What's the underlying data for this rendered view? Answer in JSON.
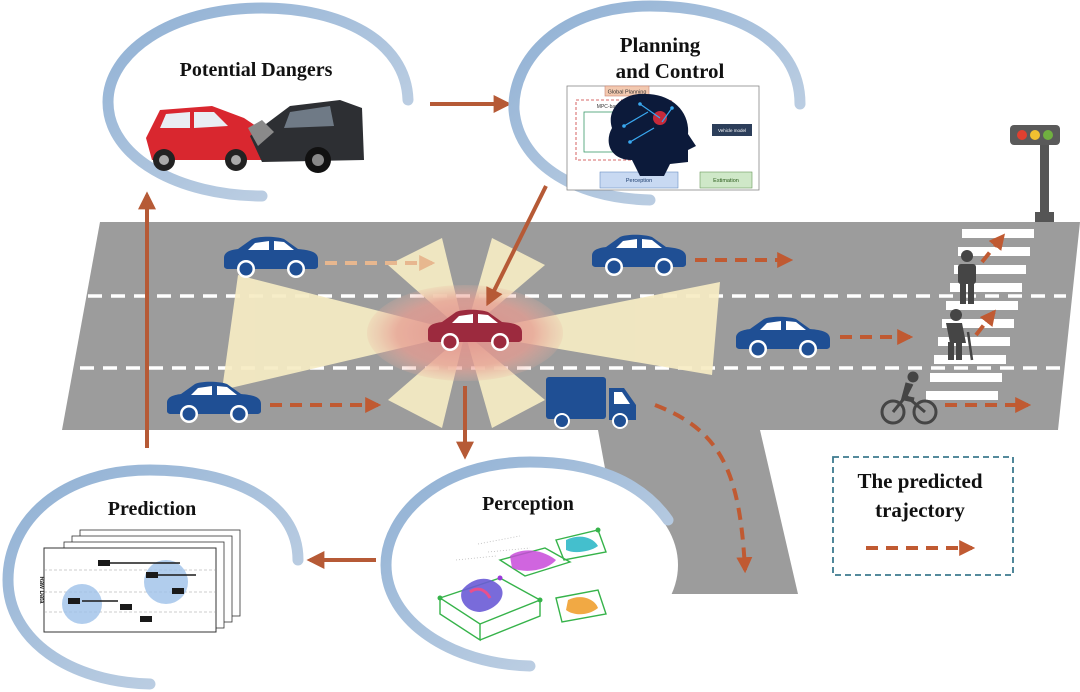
{
  "nodes": {
    "potential_dangers": {
      "title": "Potential Dangers"
    },
    "planning_control": {
      "title_line1": "Planning",
      "title_line2": "and Control"
    },
    "prediction": {
      "title": "Prediction",
      "axis_label": "Raw Data"
    },
    "perception": {
      "title": "Perception"
    }
  },
  "legend": {
    "line1": "The predicted",
    "line2": "trajectory"
  },
  "planning_thumbnail": {
    "top_tab": "Global Planning",
    "module_a": "MPC-based",
    "module_b": "Vehicle model",
    "bottom_box": "Perception",
    "bottom_right_box": "Estimation"
  },
  "colors": {
    "road": "#9c9c9c",
    "vehicle_blue": "#1f4f94",
    "ego_car": "#9c2a3e",
    "arrow": "#b65a36",
    "trajectory": "#c05a32",
    "sensor_cone": "#f6ecc4",
    "ellipse_ring": "#b2c6dd",
    "legend_border": "#3d7a8f",
    "pedestrian": "#454545"
  },
  "icons": [
    "car-icon",
    "truck-icon",
    "pedestrian-icon",
    "elderly-pedestrian-icon",
    "cyclist-icon",
    "traffic-light-icon",
    "crosswalk-icon",
    "car-crash-image",
    "ai-head-image",
    "lidar-pointcloud-image",
    "raw-data-grid-image"
  ]
}
